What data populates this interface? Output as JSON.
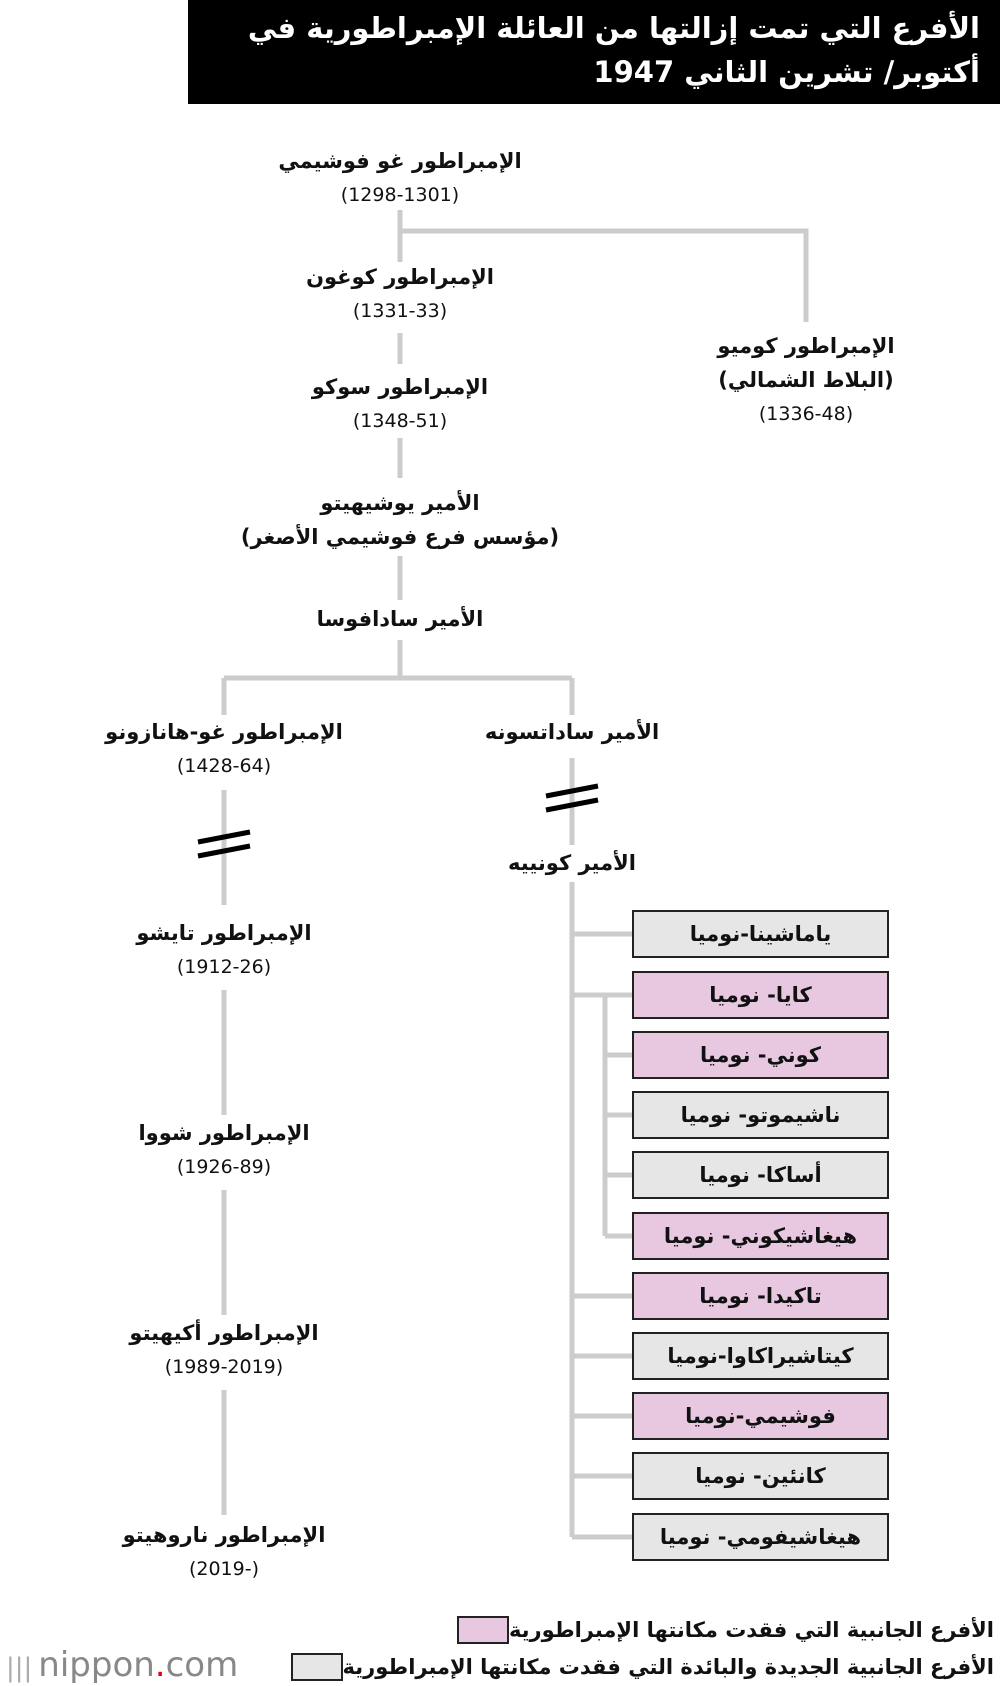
{
  "title": "الأفرع التي تمت إزالتها من العائلة الإمبراطورية في أكتوبر/ تشرين الثاني 1947",
  "colors": {
    "lost_status": "#e8c8e0",
    "new_extinct": "#e6e6e6",
    "line": "#cccccc"
  },
  "nodes": {
    "go_fushimi": {
      "name": "الإمبراطور غو فوشيمي",
      "date": "(1298-1301)"
    },
    "kogon": {
      "name": "الإمبراطور كوغون",
      "date": "(1331-33)"
    },
    "komyo": {
      "name": "الإمبراطور كوميو",
      "sub": "(البلاط الشمالي)",
      "date": "(1336-48)"
    },
    "suko": {
      "name": "الإمبراطور سوكو",
      "date": "(1348-51)"
    },
    "yoshihito": {
      "name": "الأمير يوشيهيتو",
      "sub": "(مؤسس فرع فوشيمي الأصغر)"
    },
    "sadafusa": {
      "name": "الأمير سادافوسا"
    },
    "go_hanazono": {
      "name": "الإمبراطور غو-هانازونو",
      "date": "(1428-64)"
    },
    "sadatsune": {
      "name": "الأمير ساداتسونه"
    },
    "kuniie": {
      "name": "الأمير كونيیه"
    },
    "taisho": {
      "name": "الإمبراطور تايشو",
      "date": "(1912-26)"
    },
    "showa": {
      "name": "الإمبراطور شووا",
      "date": "(1926-89)"
    },
    "akihito": {
      "name": "الإمبراطور أكيهيتو",
      "date": "(1989-2019)"
    },
    "naruhito": {
      "name": "الإمبراطور ناروهيتو",
      "date": "(2019-)"
    }
  },
  "branches": [
    {
      "label": "ياماشينا-نوميا",
      "type": "new_extinct"
    },
    {
      "label": "كايا- نوميا",
      "type": "lost_status"
    },
    {
      "label": "كوني- نوميا",
      "type": "lost_status"
    },
    {
      "label": "ناشيموتو- نوميا",
      "type": "new_extinct"
    },
    {
      "label": "أساكا- نوميا",
      "type": "new_extinct"
    },
    {
      "label": "هيغاشيكوني- نوميا",
      "type": "lost_status"
    },
    {
      "label": "تاكيدا- نوميا",
      "type": "lost_status"
    },
    {
      "label": "كيتاشيراكاوا-نوميا",
      "type": "new_extinct"
    },
    {
      "label": "فوشيمي-نوميا",
      "type": "lost_status"
    },
    {
      "label": "كانئين- نوميا",
      "type": "new_extinct"
    },
    {
      "label": "هيغاشيفومي- نوميا",
      "type": "new_extinct"
    }
  ],
  "legend": [
    {
      "label": "الأفرع الجانبية التي فقدت مكانتها الإمبراطورية",
      "type": "lost_status"
    },
    {
      "label": "الأفرع الجانبية الجديدة والبائدة التي فقدت مكانتها الإمبراطورية",
      "type": "new_extinct"
    }
  ],
  "logo": {
    "name": "nippon",
    "dot": ".",
    "suffix": "com"
  }
}
